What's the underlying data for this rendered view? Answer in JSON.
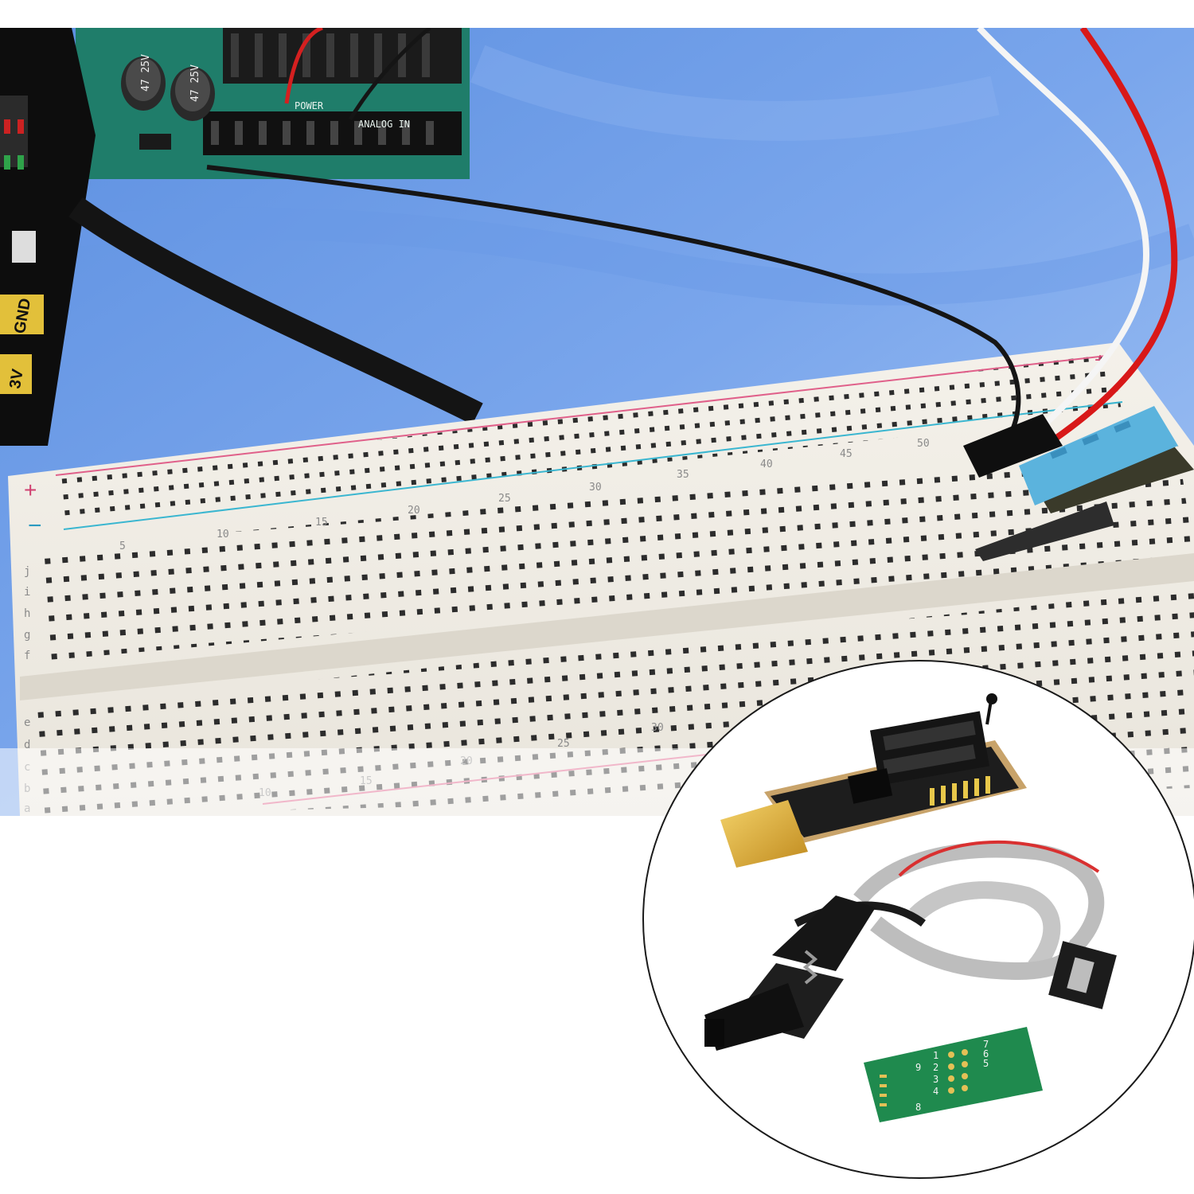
{
  "photo": {
    "board_labels": {
      "cap_left": "47 25V",
      "cap_right": "47 25V",
      "power_header": "POWER",
      "analog_header": "ANALOG IN"
    },
    "module_labels": {
      "v3": "3V",
      "gnd": "GND"
    },
    "breadboard": {
      "rail_plus": "+",
      "rail_minus": "−",
      "rail_plus_right": "+",
      "column_numbers": [
        "5",
        "10",
        "15",
        "20",
        "25",
        "30",
        "35",
        "40",
        "45",
        "50"
      ],
      "row_letters_top": [
        "j",
        "i",
        "h",
        "g",
        "f"
      ],
      "row_letters_bottom": [
        "e",
        "d",
        "c",
        "b",
        "a"
      ],
      "column_numbers_bottom": [
        "10",
        "15",
        "20",
        "25",
        "30"
      ]
    },
    "inset": {
      "adapter_labels": [
        "1",
        "2",
        "3",
        "4",
        "5",
        "6",
        "7",
        "8",
        "9"
      ]
    }
  }
}
